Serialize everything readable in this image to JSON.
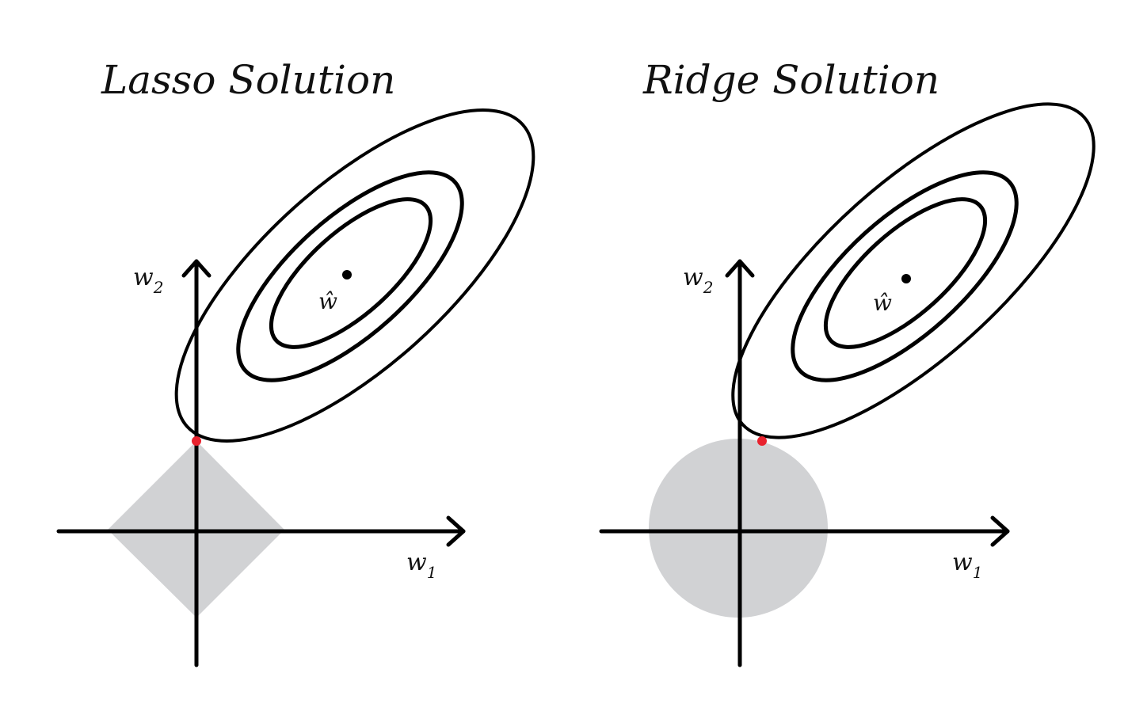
{
  "panels": [
    {
      "title": "Lasso Solution",
      "constraint_shape": "diamond",
      "w_axis": "w",
      "x_subscript": "1",
      "y_subscript": "2",
      "optimum_label": "ŵ"
    },
    {
      "title": "Ridge Solution",
      "constraint_shape": "circle",
      "w_axis": "w",
      "x_subscript": "1",
      "y_subscript": "2",
      "optimum_label": "ŵ"
    }
  ],
  "colors": {
    "ink": "#000000",
    "constraint_region": "#d1d2d4",
    "solution_point": "#e8222e"
  }
}
